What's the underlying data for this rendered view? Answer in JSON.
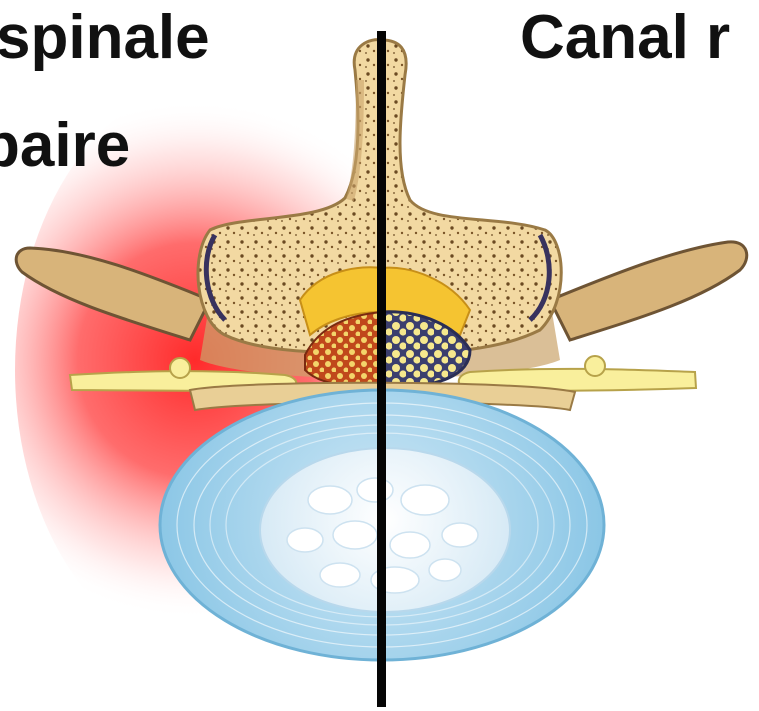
{
  "titles": {
    "left_line1": "spinale",
    "left_line2": "baire",
    "right": "Canal r"
  },
  "colors": {
    "inflammation": "#ff2a2a",
    "bone": "#f2d9a2",
    "bone_outline": "#b18a4d",
    "disc_annulus": "#a9d6ec",
    "disc_nucleus": "#eef5fb",
    "ligament": "#f5c431",
    "nerve": "#f9ef9c",
    "canal_fat": "#c0481b",
    "cauda_equina": "#f6e88d",
    "divider": "#050505"
  }
}
